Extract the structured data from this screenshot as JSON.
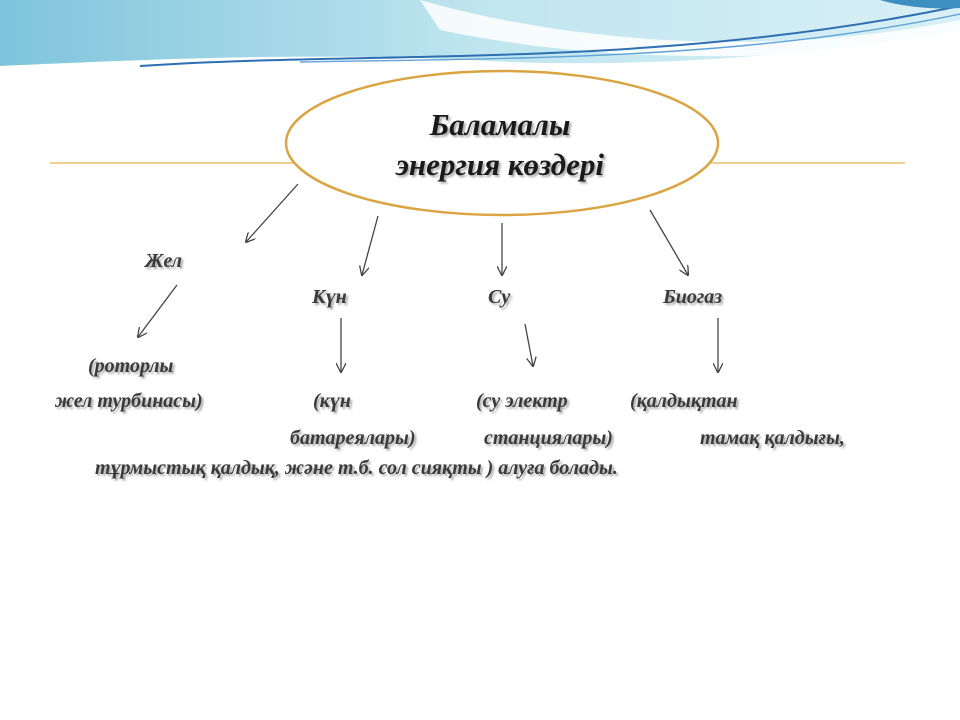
{
  "colors": {
    "header_sky": "#9fd6e6",
    "header_wave": "#2e6fb3",
    "ellipse_stroke": "#d9a441",
    "divider": "#f0cf90",
    "text": "#333333"
  },
  "title": {
    "line1": "Баламалы",
    "line2": "энергия көздері"
  },
  "branches": {
    "wind": "Жел",
    "sun": "Күн",
    "water": "Су",
    "biogas": "Биогаз"
  },
  "details": {
    "rotor": "(роторлы",
    "wind_turbine": "жел турбинасы)",
    "sun_open": "(күн",
    "water_open": "(су электр",
    "biogas_open": "(қалдықтан",
    "batteries": "батареялары)",
    "stations": "станциялары)",
    "food_waste": "тамақ қалдығы,",
    "last_line": "тұрмыстық қалдық, және т.б. сол сияқты ) алуға болады."
  }
}
